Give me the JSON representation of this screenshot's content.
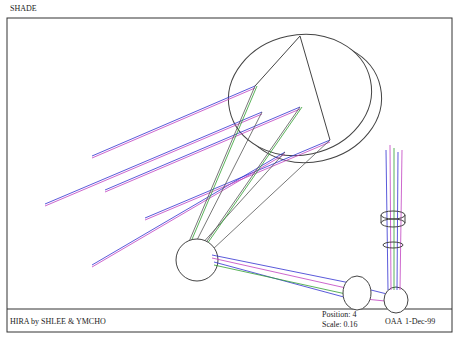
{
  "diagram": {
    "labels": [
      "SHADE",
      "HIRA by SHLEE & YMCHO",
      "Position: 4",
      "Scale: 0.16",
      "OAA",
      "1-Dec-99"
    ]
  }
}
